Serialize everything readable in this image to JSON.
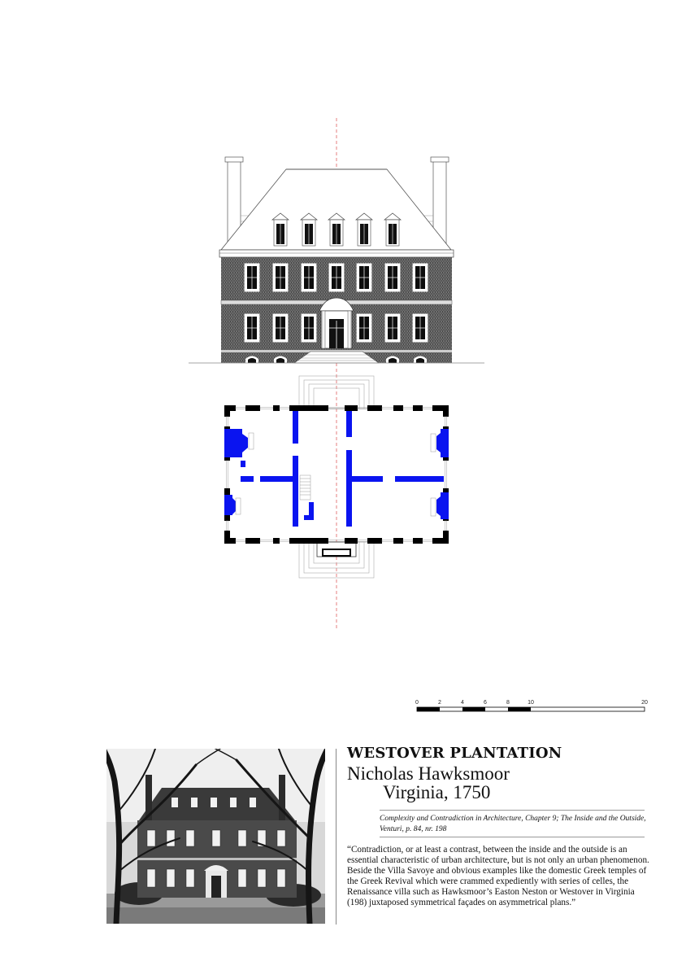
{
  "scale_bar": {
    "ticks": [
      "0",
      "2",
      "4",
      "6",
      "8",
      "10",
      "20"
    ]
  },
  "caption": {
    "title": "WESTOVER PLANTATION",
    "architect": "Nicholas Hawksmoor",
    "location": "Virginia, 1750",
    "reference": "Complexity and Contradiction in Architecture, Chapter 9; The Inside and the Outside, Venturi, p. 84, nr. 198",
    "quote": "“Contradiction, or at least a contrast, between the inside and the outside is an essential characteristic of urban architecture, but is not only an urban phenomenon. Beside the Villa Savoye and obvious examples like the domestic Greek temples of the Greek Revival which were crammed expediently with series of celles, the Renaissance villa such as Hawksmoor’s Easton Neston or Westover in Virginia (198) juxtaposed symmetrical façades on asymmetrical plans.”"
  },
  "colors": {
    "interior_walls": "#0a14f0",
    "exterior_walls": "#000000",
    "axis": "#e06060",
    "brick": "#3a3a3a"
  },
  "icons": {
    "elevation": "house-elevation-drawing",
    "plan": "floor-plan-drawing",
    "photo": "house-photograph"
  }
}
